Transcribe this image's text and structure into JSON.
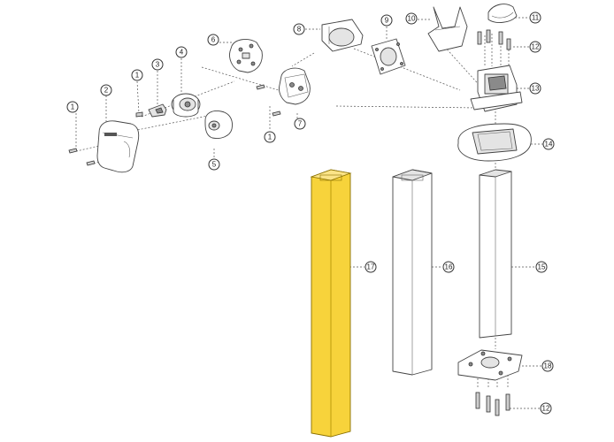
{
  "diagram": {
    "highlight_color": "#f7d33b",
    "callouts": [
      {
        "id": "c1a",
        "label": "1"
      },
      {
        "id": "c1b",
        "label": "1"
      },
      {
        "id": "c1c",
        "label": "1"
      },
      {
        "id": "c2",
        "label": "2"
      },
      {
        "id": "c3",
        "label": "3"
      },
      {
        "id": "c4",
        "label": "4"
      },
      {
        "id": "c5",
        "label": "5"
      },
      {
        "id": "c6",
        "label": "6"
      },
      {
        "id": "c7",
        "label": "7"
      },
      {
        "id": "c8",
        "label": "8"
      },
      {
        "id": "c9",
        "label": "9"
      },
      {
        "id": "c10",
        "label": "10"
      },
      {
        "id": "c11",
        "label": "11"
      },
      {
        "id": "c12a",
        "label": "12"
      },
      {
        "id": "c13",
        "label": "13"
      },
      {
        "id": "c14",
        "label": "14"
      },
      {
        "id": "c15",
        "label": "15"
      },
      {
        "id": "c16",
        "label": "16"
      },
      {
        "id": "c17",
        "label": "17"
      },
      {
        "id": "c18",
        "label": "18"
      },
      {
        "id": "c12b",
        "label": "12"
      }
    ]
  }
}
